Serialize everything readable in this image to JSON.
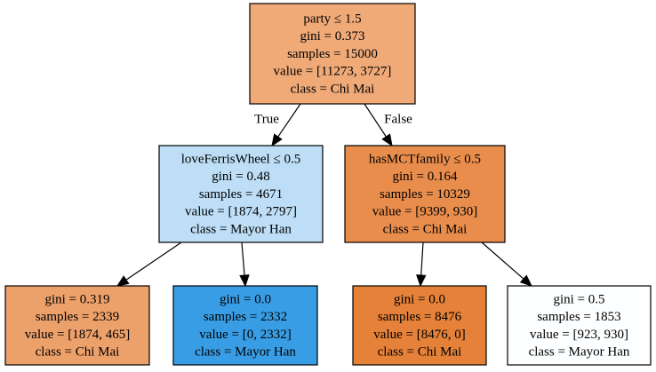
{
  "nodes": [
    {
      "id": "root",
      "lines": [
        "party ≤ 1.5",
        "gini = 0.373",
        "samples = 15000",
        "value = [11273, 3727]",
        "class = Chi Mai"
      ],
      "fill": "#f0aa78"
    },
    {
      "id": "left",
      "lines": [
        "loveFerrisWheel ≤ 0.5",
        "gini = 0.48",
        "samples = 4671",
        "value = [1874, 2797]",
        "class = Mayor Han"
      ],
      "fill": "#bddef6"
    },
    {
      "id": "right",
      "lines": [
        "hasMCTfamily ≤ 0.5",
        "gini = 0.164",
        "samples = 10329",
        "value = [9399, 930]",
        "class = Chi Mai"
      ],
      "fill": "#e98d4c"
    },
    {
      "id": "ll",
      "lines": [
        "gini = 0.319",
        "samples = 2339",
        "value = [1874, 465]",
        "class = Chi Mai"
      ],
      "fill": "#eca06a"
    },
    {
      "id": "lr",
      "lines": [
        "gini = 0.0",
        "samples = 2332",
        "value = [0, 2332]",
        "class = Mayor Han"
      ],
      "fill": "#399de5"
    },
    {
      "id": "rl",
      "lines": [
        "gini = 0.0",
        "samples = 8476",
        "value = [8476, 0]",
        "class = Chi Mai"
      ],
      "fill": "#e58139"
    },
    {
      "id": "rr",
      "lines": [
        "gini = 0.5",
        "samples = 1853",
        "value = [923, 930]",
        "class = Mayor Han"
      ],
      "fill": "#fdfeff"
    }
  ],
  "edges": [
    {
      "from": "root",
      "to": "left",
      "label": "True"
    },
    {
      "from": "root",
      "to": "right",
      "label": "False"
    },
    {
      "from": "left",
      "to": "ll"
    },
    {
      "from": "left",
      "to": "lr"
    },
    {
      "from": "right",
      "to": "rl"
    },
    {
      "from": "right",
      "to": "rr"
    }
  ]
}
